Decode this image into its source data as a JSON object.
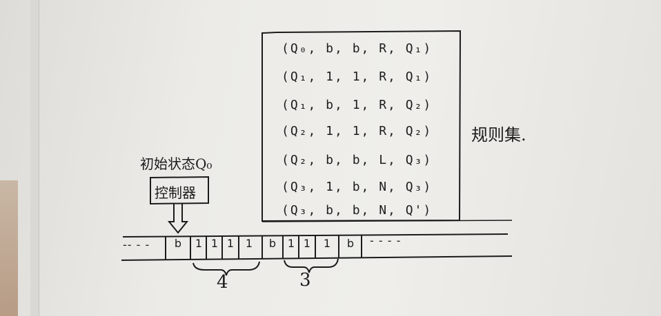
{
  "initial_state_label": "初始状态Q₀",
  "controller_label": "控制器",
  "rule_set_label": "规则集.",
  "rules": [
    "(Q₀, b, b, R, Q₁)",
    "(Q₁, 1, 1, R, Q₁)",
    "(Q₁, b, 1, R, Q₂)",
    "(Q₂, 1, 1, R, Q₂)",
    "(Q₂, b, b, L, Q₃)",
    "(Q₃, 1, b, N, Q₃)",
    "(Q₃, b, b, N, Q')"
  ],
  "tape": {
    "left_ellipsis": "-- - -",
    "cells": [
      "b",
      "1",
      "1",
      "1",
      "1",
      "b",
      "1",
      "1",
      "1",
      "b"
    ],
    "right_ellipsis": "- - - -"
  },
  "brace_counts": {
    "first_group": "4",
    "second_group": "3"
  }
}
